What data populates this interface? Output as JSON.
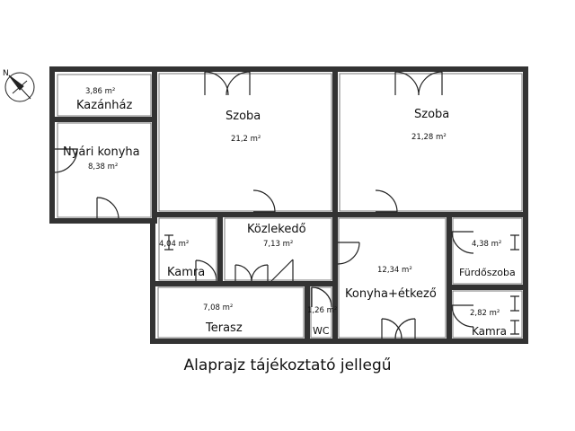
{
  "rooms": {
    "kazanhaz": {
      "name": "Kazánház",
      "area": "3,86 m²"
    },
    "nyari_konyha": {
      "name": "Nyári konyha",
      "area": "8,38 m²"
    },
    "szoba1": {
      "name": "Szoba",
      "area": "21,2 m²"
    },
    "szoba2": {
      "name": "Szoba",
      "area": "21,28 m²"
    },
    "kamra1": {
      "name": "Kamra",
      "area": "4,04 m²"
    },
    "kozlekedo": {
      "name": "Közlekedő",
      "area": "7,13 m²"
    },
    "konyha": {
      "name": "Konyha+étkező",
      "area": "12,34 m²"
    },
    "furdoszoba": {
      "name": "Fürdőszoba",
      "area": "4,38 m²"
    },
    "terasz": {
      "name": "Terasz",
      "area": "7,08 m²"
    },
    "wc": {
      "name": "WC",
      "area": "1,26 m²"
    },
    "kamra2": {
      "name": "Kamra",
      "area": "2,82 m²"
    }
  },
  "caption": "Alaprajz tájékoztató jellegű",
  "compass": {
    "icon": "north-arrow-icon",
    "label": "N"
  }
}
